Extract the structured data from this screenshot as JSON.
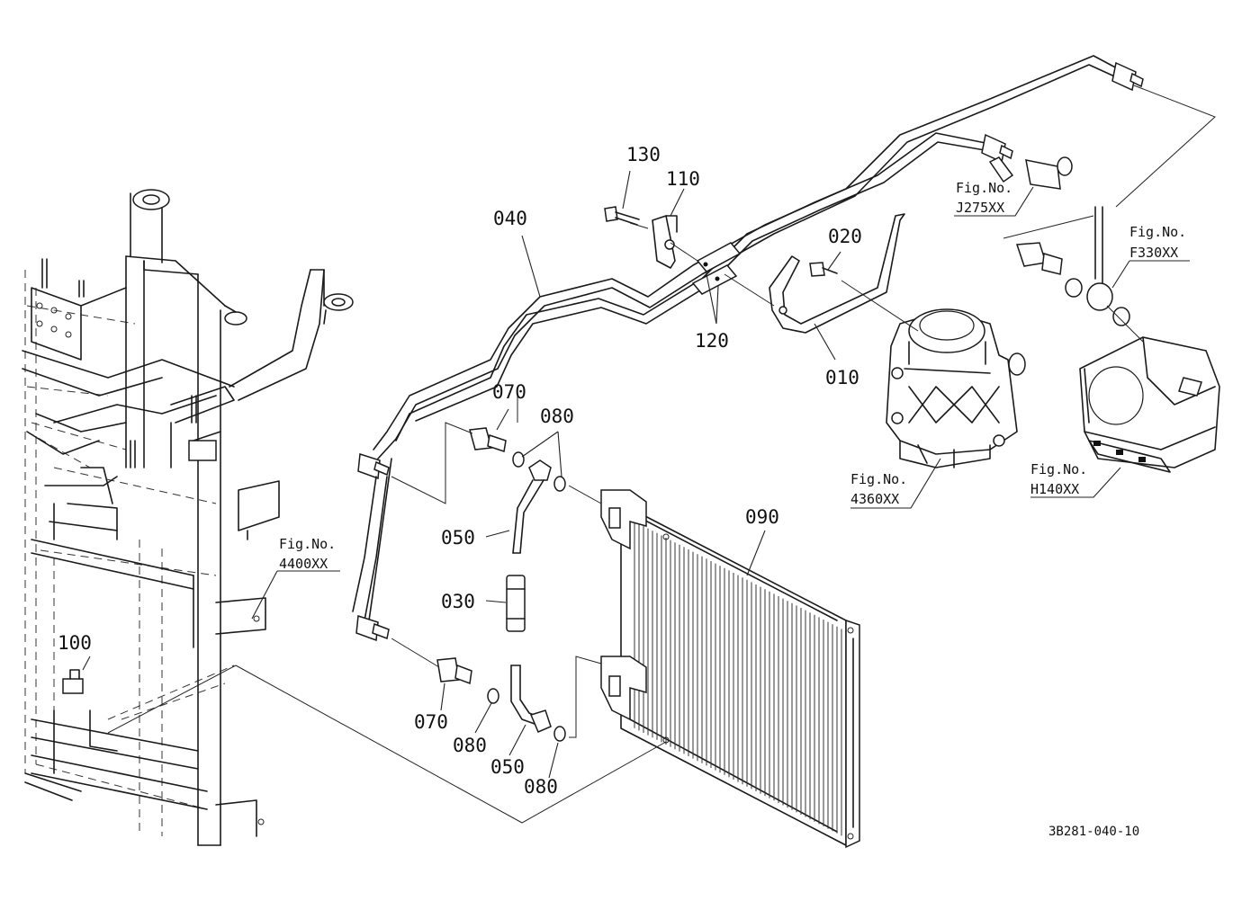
{
  "callouts": [
    {
      "id": "c010",
      "text": "010"
    },
    {
      "id": "c020",
      "text": "020"
    },
    {
      "id": "c030",
      "text": "030"
    },
    {
      "id": "c040",
      "text": "040"
    },
    {
      "id": "c050a",
      "text": "050"
    },
    {
      "id": "c050b",
      "text": "050"
    },
    {
      "id": "c070a",
      "text": "070"
    },
    {
      "id": "c070b",
      "text": "070"
    },
    {
      "id": "c080a",
      "text": "080"
    },
    {
      "id": "c080b",
      "text": "080"
    },
    {
      "id": "c080c",
      "text": "080"
    },
    {
      "id": "c090",
      "text": "090"
    },
    {
      "id": "c100",
      "text": "100"
    },
    {
      "id": "c110",
      "text": "110"
    },
    {
      "id": "c120",
      "text": "120"
    },
    {
      "id": "c130",
      "text": "130"
    }
  ],
  "figure_refs": [
    {
      "id": "fJ275",
      "label": "Fig.No.",
      "code": "J275XX"
    },
    {
      "id": "fF330",
      "label": "Fig.No.",
      "code": "F330XX"
    },
    {
      "id": "f4360",
      "label": "Fig.No.",
      "code": "4360XX"
    },
    {
      "id": "fH140",
      "label": "Fig.No.",
      "code": "H140XX"
    },
    {
      "id": "f4400",
      "label": "Fig.No.",
      "code": "4400XX"
    }
  ],
  "drawing_number": "3B281-040-10"
}
